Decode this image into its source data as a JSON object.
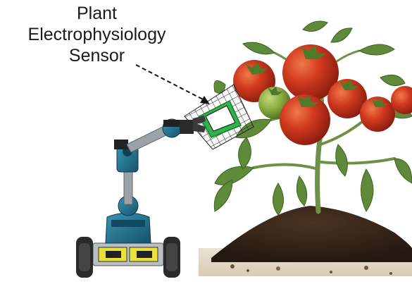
{
  "sensor_label": {
    "line1": "Plant",
    "line2": "Electrophysiology",
    "line3": "Sensor"
  },
  "colors": {
    "tomato_red": "#c7341b",
    "tomato_green": "#7fa33a",
    "leaf_green": "#5e8a3a",
    "stem_green": "#6e9148",
    "soil": "#3b2a1c",
    "robot_blue": "#1f6e8c",
    "robot_grey": "#9aa3a8",
    "wheel": "#2a2a2a",
    "battery_yellow": "#e8e13a",
    "sensor_green": "#2fb34a",
    "mesh": "#222222"
  },
  "icons": {
    "robot": "mobile-manipulator-robot",
    "plant": "tomato-plant",
    "sensor": "electrophysiology-sensor-patch"
  }
}
